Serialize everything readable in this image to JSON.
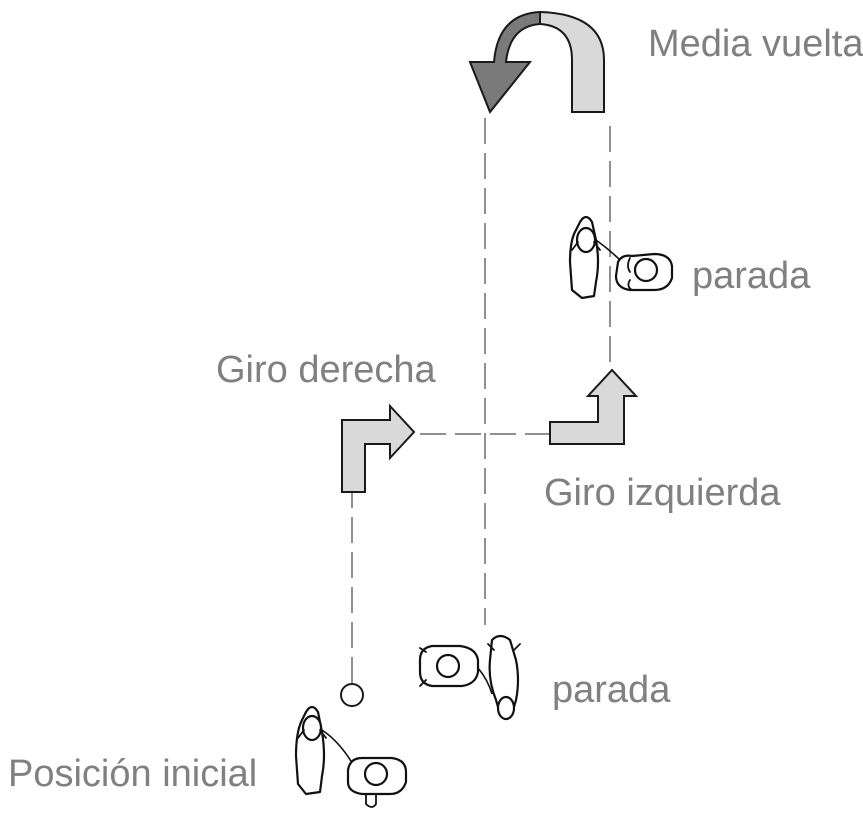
{
  "labels": {
    "media_vuelta": "Media vuelta",
    "parada_top": "parada",
    "giro_derecha": "Giro derecha",
    "giro_izquierda": "Giro izquierda",
    "parada_bottom": "parada",
    "posicion_inicial": "Posición inicial"
  },
  "icons": {
    "u_turn": "u-turn-arrow-icon",
    "right_turn": "right-turn-arrow-icon",
    "left_turn": "left-turn-arrow-icon",
    "start_marker": "start-circle-icon",
    "handler_dog": "handler-and-dog-icon"
  },
  "colors": {
    "label_gray": "#808080",
    "path_gray": "#909090",
    "arrow_light": "#d9d9d9",
    "arrow_dark": "#7a7a7a"
  }
}
